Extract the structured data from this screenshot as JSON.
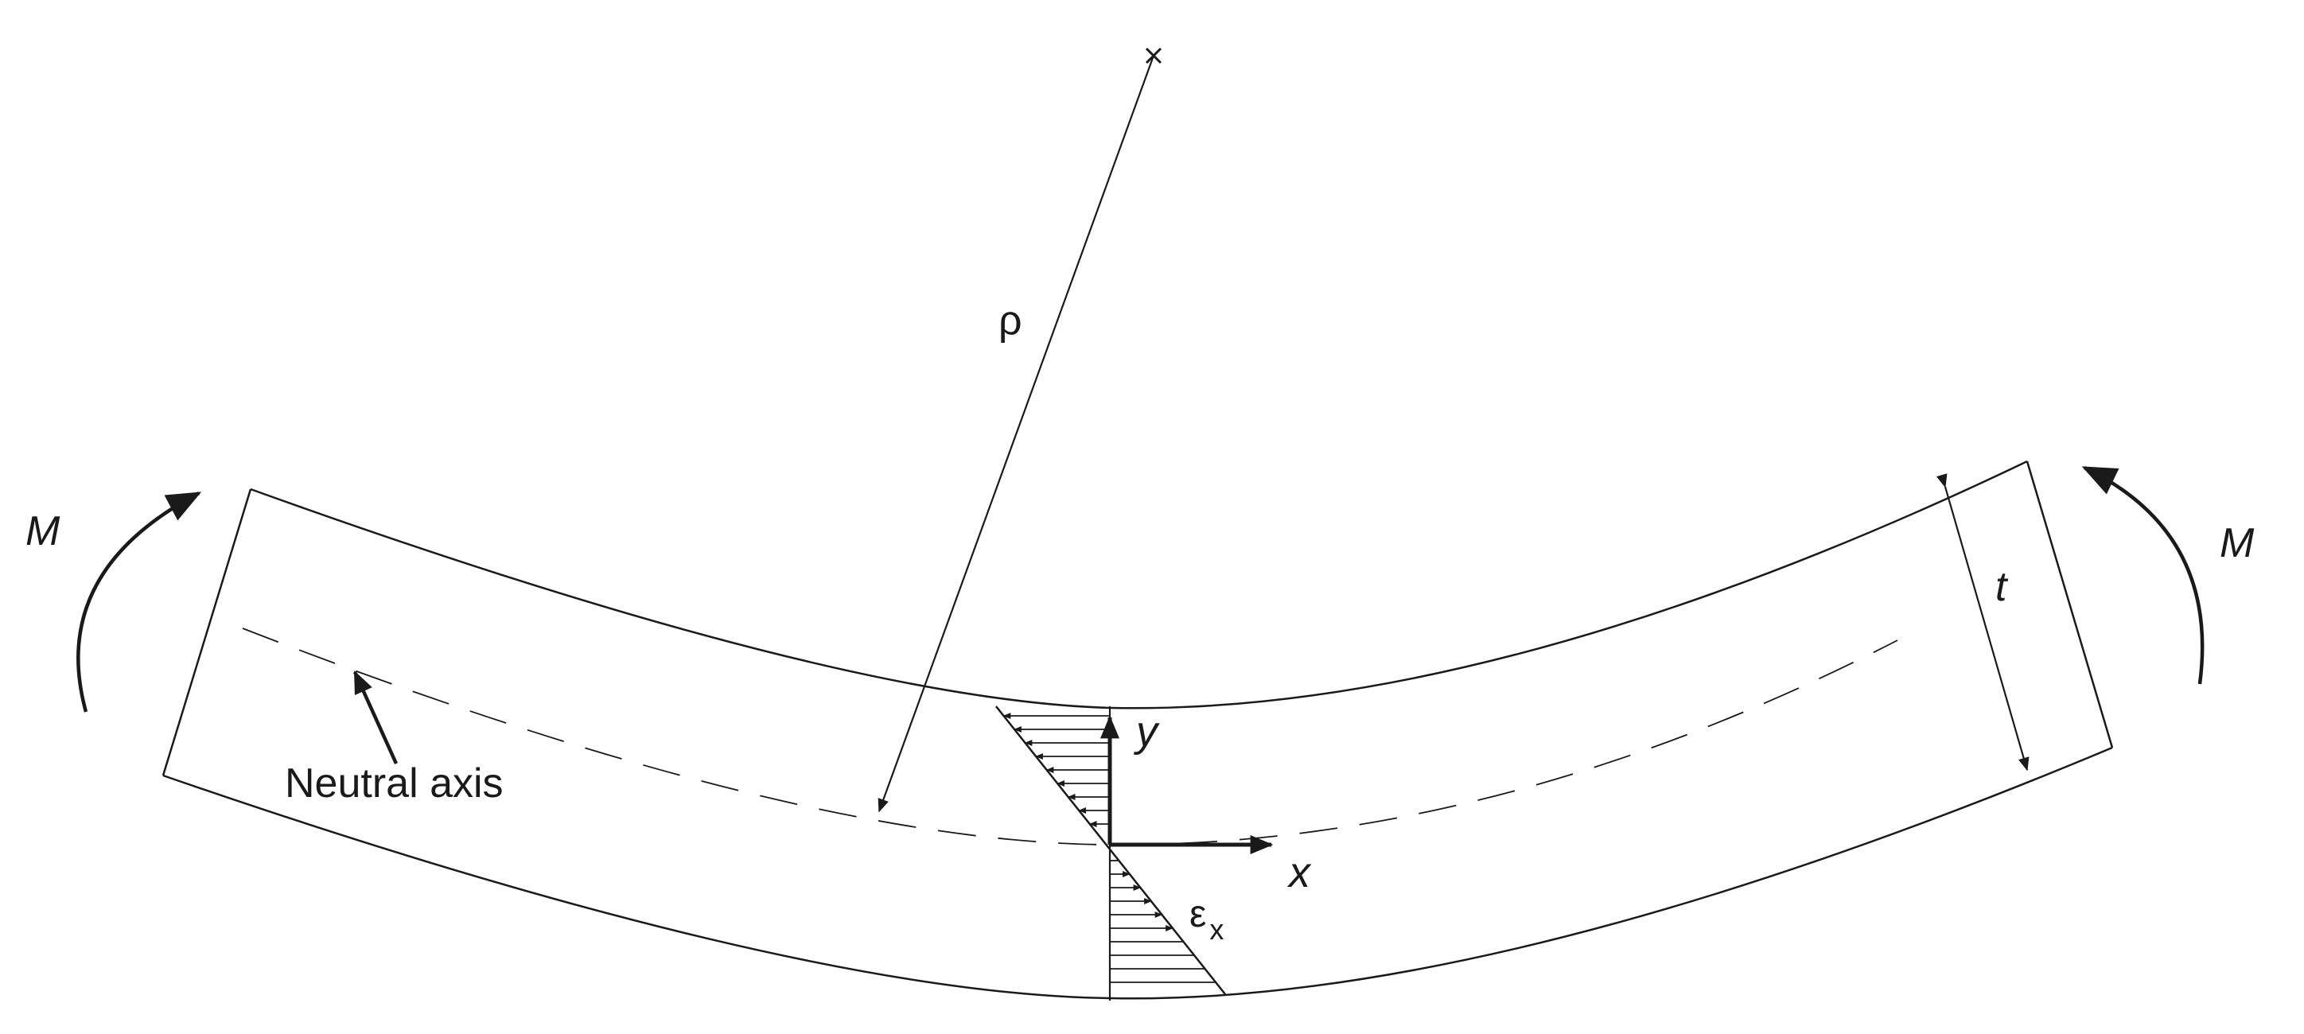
{
  "diagram": {
    "labels": {
      "moment_left": "M",
      "moment_right": "M",
      "radius": "ρ",
      "thickness": "t",
      "axis_y": "y",
      "axis_x": "x",
      "strain_symbol": "ε",
      "strain_subscript": "x",
      "neutral_axis": "Neutral axis"
    },
    "colors": {
      "stroke": "#1a1a1a",
      "background": "#ffffff"
    }
  }
}
